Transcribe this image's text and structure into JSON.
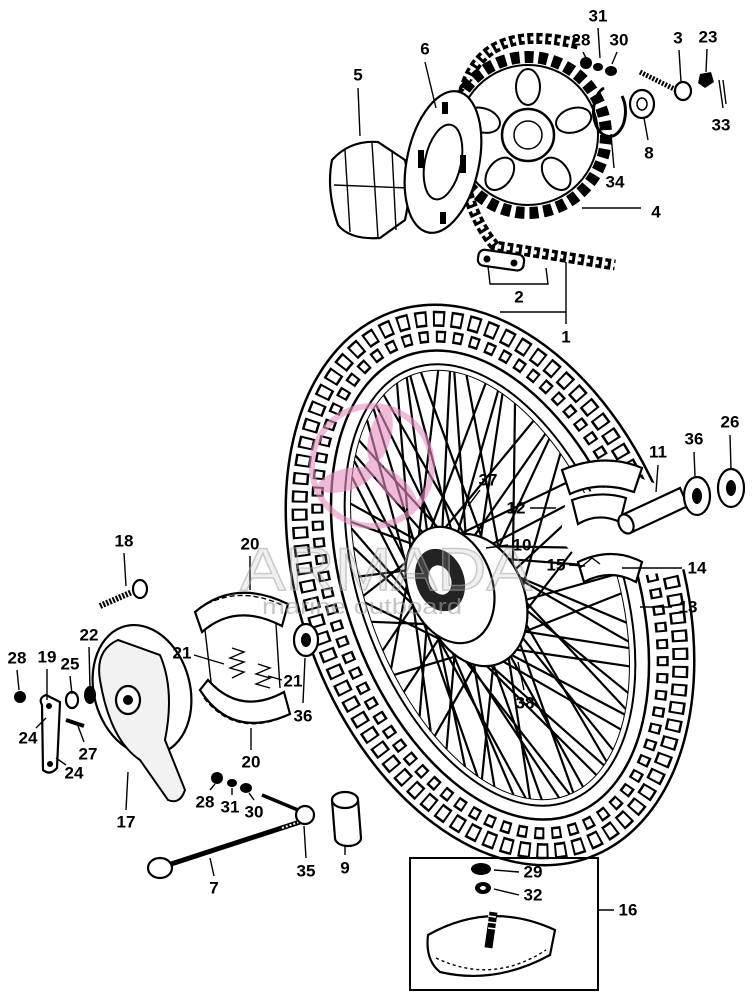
{
  "watermark": {
    "brand": "ARMADA",
    "tagline": "marine outboard"
  },
  "callouts": [
    "31",
    "28",
    "30",
    "3",
    "23",
    "6",
    "5",
    "33",
    "8",
    "34",
    "4",
    "2",
    "1",
    "11",
    "36",
    "26",
    "37",
    "12",
    "10",
    "15",
    "14",
    "13",
    "38",
    "18",
    "20",
    "20",
    "21",
    "21",
    "22",
    "19",
    "25",
    "28",
    "24",
    "27",
    "24",
    "17",
    "36",
    "28",
    "31",
    "30",
    "7",
    "35",
    "9",
    "29",
    "32",
    "16"
  ],
  "colors": {
    "line": "#000000",
    "paper": "#ffffff",
    "watermark": "#e58fc0"
  }
}
